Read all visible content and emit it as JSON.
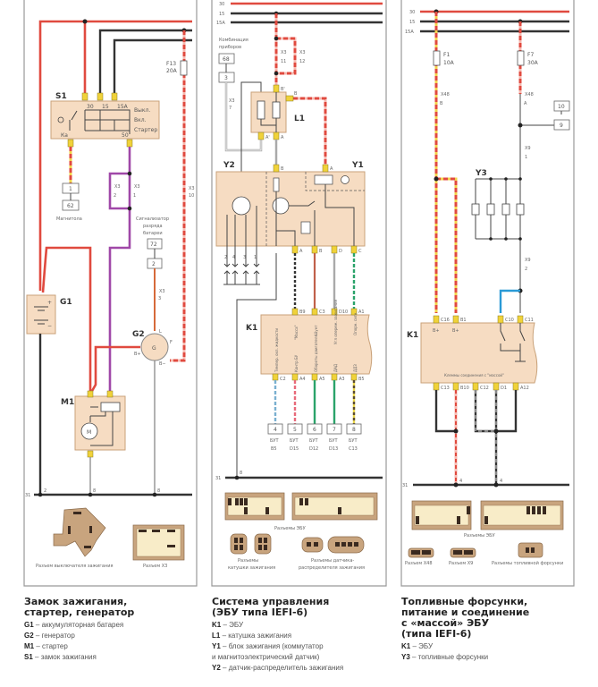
{
  "panel1": {
    "bus_31": "31",
    "bus_pins": [
      "2",
      "8",
      "8"
    ],
    "fuse": {
      "name": "F13",
      "rating": "20A"
    },
    "s1": {
      "label": "S1",
      "pins": [
        "30",
        "15",
        "15A"
      ],
      "ka": "Ка",
      "p50": "50",
      "positions": [
        "Выкл.",
        "Вкл.",
        "Стартер"
      ]
    },
    "x3_2": {
      "name": "X3",
      "pin": "2"
    },
    "x3_1": {
      "name": "X3",
      "pin": "1"
    },
    "x3_10": {
      "name": "X3",
      "pin": "10"
    },
    "x3_3": {
      "name": "X3",
      "pin": "3"
    },
    "radio": {
      "box1": "1",
      "box2": "62",
      "label": "Магнитола"
    },
    "alarm": {
      "lines": [
        "Сигнализатор",
        "разряда",
        "батареи"
      ],
      "box1": "72",
      "box2": "2"
    },
    "g1": {
      "label": "G1",
      "plus": "+",
      "minus": "−"
    },
    "g2": {
      "label": "G2",
      "center": "G",
      "l": "L",
      "f": "F",
      "bplus": "B+",
      "bminus": "B−"
    },
    "m1": {
      "label": "M1",
      "motor": "M"
    },
    "connector_captions": [
      "Разъем выключателя зажигания",
      "Разъем X3"
    ]
  },
  "panel2": {
    "bus": [
      "30",
      "15",
      "15A"
    ],
    "bus_31": "31",
    "bus_pin": "8",
    "x3_11": {
      "name": "X3",
      "pin": "11"
    },
    "x3_12": {
      "name": "X3",
      "pin": "12"
    },
    "x3_7": {
      "name": "X3",
      "pin": "7"
    },
    "cluster": {
      "lines": [
        "Комбинация",
        "приборов"
      ],
      "box1": "68",
      "box2": "3"
    },
    "l1": {
      "label": "L1",
      "pins": [
        "B'",
        "B",
        "A'",
        "A"
      ]
    },
    "y2": {
      "label": "Y2",
      "outs": [
        "2",
        "4",
        "3",
        "1"
      ]
    },
    "y1": {
      "label": "Y1",
      "top_pins": [
        "B",
        "A"
      ],
      "bottom_pins": [
        "A",
        "B",
        "D",
        "C"
      ]
    },
    "k1": {
      "label": "K1",
      "top_pins": [
        "B9",
        "C3",
        "D10",
        "A1"
      ],
      "bottom_pins": [
        "C2",
        "A4",
        "A5",
        "A3",
        "B5"
      ],
      "inner_labels": [
        "Темпер. охл. жидкости",
        "Контр БУ",
        "Обороты двигателя",
        "ДАД",
        "ДДЗ",
        "\"Масса\"",
        "Шунт",
        "Угл опереж. зажигания",
        "Опорн. сигн."
      ],
      "outputs": [
        {
          "box": "4",
          "ref": [
            "БУТ",
            "B5"
          ]
        },
        {
          "box": "5",
          "ref": [
            "БУТ",
            "D15"
          ]
        },
        {
          "box": "6",
          "ref": [
            "БУТ",
            "D12"
          ]
        },
        {
          "box": "7",
          "ref": [
            "БУТ",
            "D13"
          ]
        },
        {
          "box": "8",
          "ref": [
            "БУТ",
            "C13"
          ]
        }
      ]
    },
    "connector_captions": {
      "ecu": "Разъемы ЭБУ",
      "coil": [
        "Разъемы",
        "катушки зажигания"
      ],
      "dist": [
        "Разъемы датчика-",
        "распределителя зажигания"
      ]
    }
  },
  "panel3": {
    "bus": [
      "30",
      "15",
      "15A"
    ],
    "bus_31": "31",
    "bus_pins": [
      "4",
      "4"
    ],
    "f1": {
      "name": "F1",
      "rating": "10A"
    },
    "f7": {
      "name": "F7",
      "rating": "30A"
    },
    "x48_b": {
      "name": "X48",
      "pin": "B"
    },
    "x48_a": {
      "name": "X48",
      "pin": "A"
    },
    "x9_1": {
      "name": "X9",
      "pin": "1"
    },
    "x9_2": {
      "name": "X9",
      "pin": "2"
    },
    "boxes": [
      "10",
      "9"
    ],
    "y3": {
      "label": "Y3"
    },
    "k1": {
      "label": "K1",
      "top_pins": [
        "C16",
        "B1",
        "C10",
        "C11"
      ],
      "bplus": [
        "B+",
        "B+"
      ],
      "bottom_pins": [
        "C13",
        "B10",
        "C12",
        "D1",
        "A12"
      ],
      "note": "Клеммы соединения с \"массой\""
    },
    "connector_captions": {
      "ecu": "Разъемы ЭБУ",
      "x48": "Разъем X48",
      "x9": "Разъем X9",
      "inj": "Разъемы топливной форсунки"
    }
  },
  "captions": [
    {
      "title": [
        "Замок зажигания,",
        "стартер, генератор"
      ],
      "items": [
        {
          "code": "G1",
          "text": " – аккумуляторная батарея"
        },
        {
          "code": "G2",
          "text": " – генератор"
        },
        {
          "code": "M1",
          "text": " – стартер"
        },
        {
          "code": "S1",
          "text": " – замок зажигания"
        }
      ]
    },
    {
      "title": [
        "Система управления",
        "(ЭБУ типа IEFI-6)"
      ],
      "items": [
        {
          "code": "K1",
          "text": " – ЭБУ"
        },
        {
          "code": "L1",
          "text": " – катушка зажигания"
        },
        {
          "code": "Y1",
          "text": " – блок зажигания (коммутатор"
        },
        {
          "code": "",
          "text": "и магнитоэлектрический датчик)"
        },
        {
          "code": "Y2",
          "text": " – датчик-распределитель зажигания"
        }
      ]
    },
    {
      "title": [
        "Топливные форсунки,",
        "питание и соединение",
        "с «массой» ЭБУ",
        "(типа IEFI-6)"
      ],
      "items": [
        {
          "code": "K1",
          "text": " – ЭБУ"
        },
        {
          "code": "Y3",
          "text": " – топливные форсунки"
        }
      ]
    }
  ],
  "colors": {
    "wire_red": "#e04a3f",
    "wire_black": "#333333",
    "wire_purple": "#a048a8",
    "wire_green": "#2aa36a",
    "wire_blue": "#2a9ad6",
    "component_fill": "#f6dcc2",
    "terminal": "#f0d23a"
  }
}
